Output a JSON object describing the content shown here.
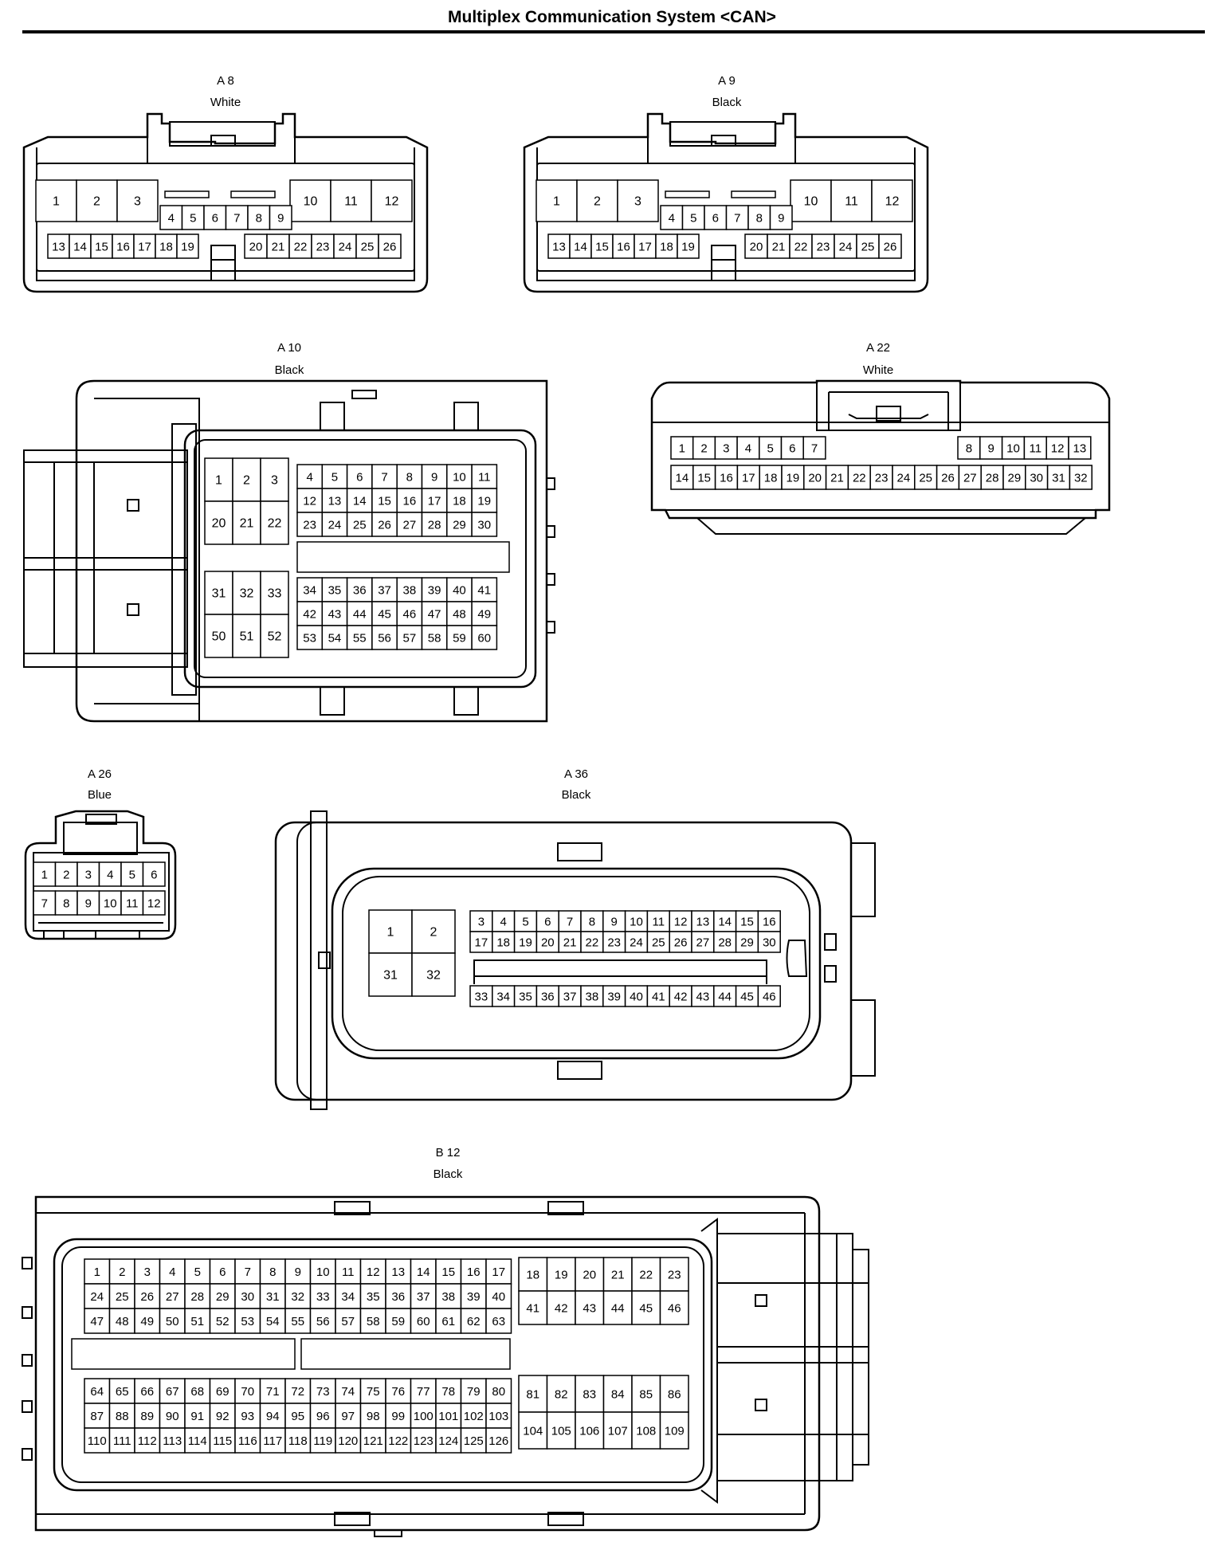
{
  "title": "Multiplex Communication System <CAN>",
  "connectors": {
    "a8": {
      "code": "A 8",
      "color": "White"
    },
    "a9": {
      "code": "A 9",
      "color": "Black"
    },
    "a10": {
      "code": "A 10",
      "color": "Black"
    },
    "a22": {
      "code": "A 22",
      "color": "White"
    },
    "a26": {
      "code": "A 26",
      "color": "Blue"
    },
    "a36": {
      "code": "A 36",
      "color": "Black"
    },
    "b12": {
      "code": "B 12",
      "color": "Black"
    }
  }
}
